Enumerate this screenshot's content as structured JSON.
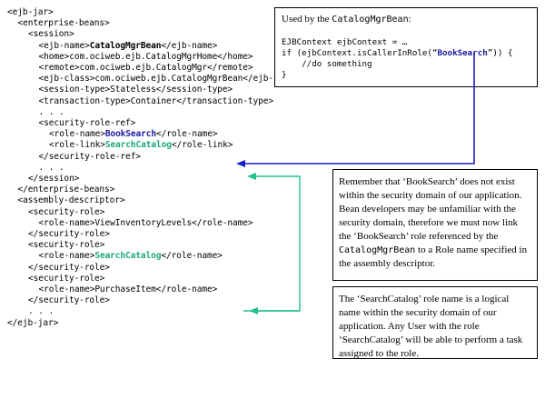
{
  "xml": {
    "lines": [
      {
        "indent": 0,
        "parts": [
          {
            "t": "<ejb-jar>"
          }
        ]
      },
      {
        "indent": 1,
        "parts": [
          {
            "t": "<enterprise-beans>"
          }
        ]
      },
      {
        "indent": 2,
        "parts": [
          {
            "t": "<session>"
          }
        ]
      },
      {
        "indent": 3,
        "parts": [
          {
            "t": "<ejb-name>"
          },
          {
            "t": "CatalogMgrBean",
            "s": "strong"
          },
          {
            "t": "</ejb-name>"
          }
        ]
      },
      {
        "indent": 3,
        "parts": [
          {
            "t": "<home>com.ociweb.ejb.CatalogMgrHome</home>"
          }
        ]
      },
      {
        "indent": 3,
        "parts": [
          {
            "t": "<remote>com.ociweb.ejb.CatalogMgr</remote>"
          }
        ]
      },
      {
        "indent": 3,
        "parts": [
          {
            "t": "<ejb-class>com.ociweb.ejb.CatalogMgrBean</ejb-class>"
          }
        ]
      },
      {
        "indent": 3,
        "parts": [
          {
            "t": "<session-type>Stateless</session-type>"
          }
        ]
      },
      {
        "indent": 3,
        "parts": [
          {
            "t": "<transaction-type>Container</transaction-type>"
          }
        ]
      },
      {
        "indent": 3,
        "parts": [
          {
            "t": ". . ."
          }
        ]
      },
      {
        "indent": 3,
        "parts": [
          {
            "t": "<security-role-ref>"
          }
        ]
      },
      {
        "indent": 4,
        "parts": [
          {
            "t": "<role-name>"
          },
          {
            "t": "BookSearch",
            "s": "hl-blue"
          },
          {
            "t": "</role-name>"
          }
        ]
      },
      {
        "indent": 4,
        "parts": [
          {
            "t": "<role-link>"
          },
          {
            "t": "SearchCatalog",
            "s": "hl-green"
          },
          {
            "t": "</role-link>"
          }
        ]
      },
      {
        "indent": 3,
        "parts": [
          {
            "t": "</security-role-ref>"
          }
        ]
      },
      {
        "indent": 3,
        "parts": [
          {
            "t": ". . ."
          }
        ]
      },
      {
        "indent": 2,
        "parts": [
          {
            "t": "</session>"
          }
        ]
      },
      {
        "indent": 1,
        "parts": [
          {
            "t": "</enterprise-beans>"
          }
        ]
      },
      {
        "indent": 1,
        "parts": [
          {
            "t": "<assembly-descriptor>"
          }
        ]
      },
      {
        "indent": 2,
        "parts": [
          {
            "t": "<security-role>"
          }
        ]
      },
      {
        "indent": 3,
        "parts": [
          {
            "t": "<role-name>ViewInventoryLevels</role-name>"
          }
        ]
      },
      {
        "indent": 2,
        "parts": [
          {
            "t": "</security-role>"
          }
        ]
      },
      {
        "indent": 2,
        "parts": [
          {
            "t": "<security-role>"
          }
        ]
      },
      {
        "indent": 3,
        "parts": [
          {
            "t": "<role-name>"
          },
          {
            "t": "SearchCatalog",
            "s": "hl-green"
          },
          {
            "t": "</role-name>"
          }
        ]
      },
      {
        "indent": 2,
        "parts": [
          {
            "t": "</security-role>"
          }
        ]
      },
      {
        "indent": 2,
        "parts": [
          {
            "t": "<security-role>"
          }
        ]
      },
      {
        "indent": 3,
        "parts": [
          {
            "t": "<role-name>PurchaseItem</role-name>"
          }
        ]
      },
      {
        "indent": 2,
        "parts": [
          {
            "t": "</security-role>"
          }
        ]
      },
      {
        "indent": 2,
        "parts": [
          {
            "t": ". . ."
          }
        ]
      },
      {
        "indent": 0,
        "parts": [
          {
            "t": "</ejb-jar>"
          }
        ]
      }
    ]
  },
  "callout": {
    "title_prefix": "Used by the ",
    "title_code": "CatalogMgrBean",
    "title_suffix": ":",
    "code_lines": [
      [
        {
          "t": "EJBContext ejbContext = …"
        }
      ],
      [
        {
          "t": "if (ejbContext.isCallerInRole(“"
        },
        {
          "t": "BookSearch",
          "s": "hl-blue"
        },
        {
          "t": "”)) {"
        }
      ],
      [
        {
          "t": "    //do something"
        }
      ],
      [
        {
          "t": "}"
        }
      ]
    ]
  },
  "note1": {
    "parts": [
      {
        "t": "Remember that ‘BookSearch’ does not exist within the security domain of our application.  Bean developers may be unfamiliar with the security domain, therefore we must now link the ‘BookSearch’ role referenced by the "
      },
      {
        "t": "CatalogMgrBean",
        "s": "mono"
      },
      {
        "t": " to a Role name specified in the assembly descriptor."
      }
    ]
  },
  "note2": {
    "text": "The ‘SearchCatalog’ role name is a logical name within the security domain of our application.  Any User with the role ‘SearchCatalog’ will be able to perform a task assigned to the role."
  },
  "colors": {
    "blue_arrow": "#1a1ad0",
    "green_arrow": "#22c08a"
  }
}
